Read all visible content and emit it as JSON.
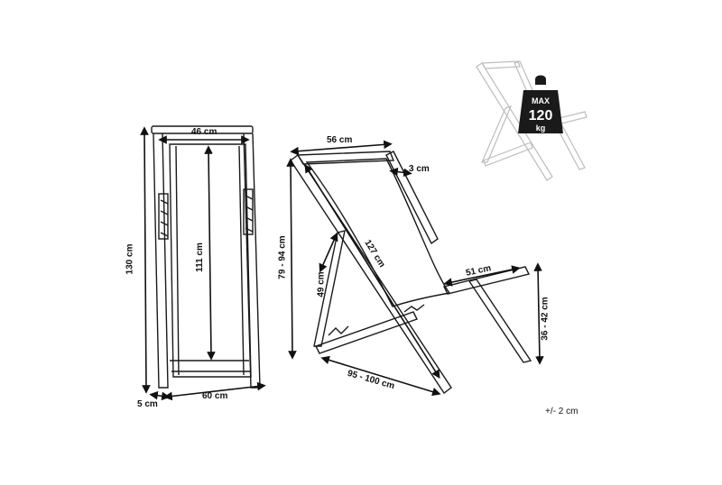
{
  "colors": {
    "line": "#1a1a1a",
    "dim": "#111111",
    "faded": "#bdbdbd"
  },
  "front_view": {
    "width_inner": "46 cm",
    "height_total": "130 cm",
    "seat_length": "111 cm",
    "width_outer": "60 cm",
    "frame_depth": "5 cm"
  },
  "side_view": {
    "top_width": "56 cm",
    "bar_width": "3 cm",
    "back_height": "79 - 94 cm",
    "long_leg": "127 cm",
    "short_leg": "49 cm",
    "seat_bar": "51 cm",
    "base_length": "95 - 100 cm",
    "seat_height": "36 - 42 cm"
  },
  "load_badge": {
    "line1": "MAX",
    "line2": "120",
    "line3": "kg",
    "icon": "weight-icon"
  },
  "tolerance": "+/- 2 cm"
}
